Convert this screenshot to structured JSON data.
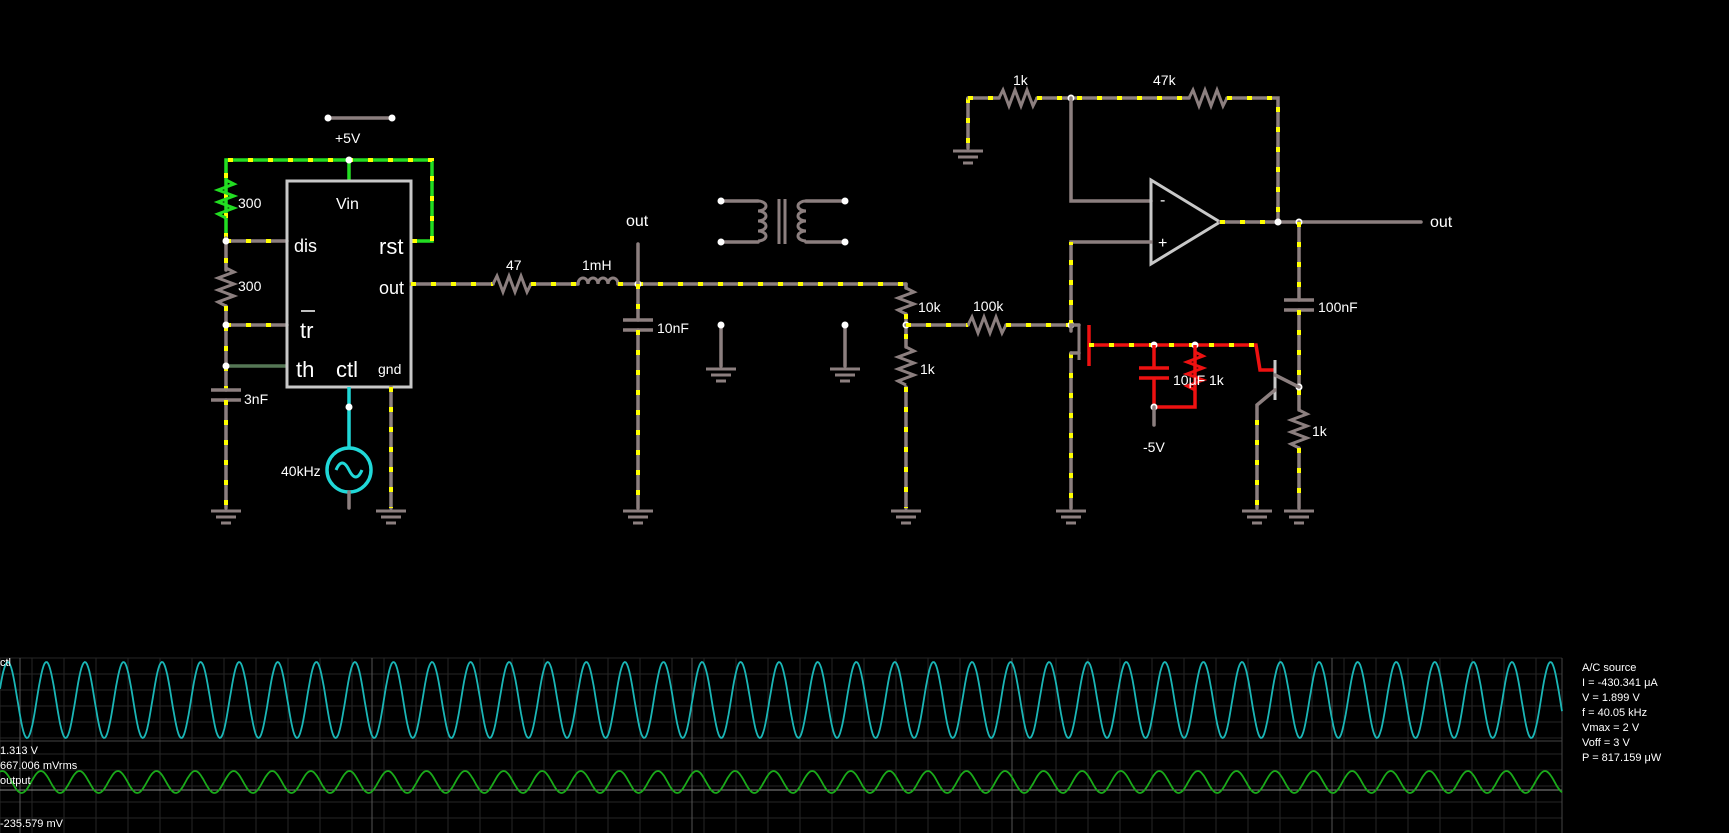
{
  "circuit": {
    "supply_label": "+5V",
    "timer": {
      "vin": "Vin",
      "dis": "dis",
      "rst": "rst",
      "out": "out",
      "tr": "tr",
      "th": "th",
      "ctl": "ctl",
      "gnd": "gnd"
    },
    "r_top": "300",
    "r_mid": "300",
    "cap_timing": "3nF",
    "ac_freq": "40kHz",
    "r_series": "47",
    "inductor": "1mH",
    "cap_filter": "10nF",
    "out_label_1": "out",
    "r_10k": "10k",
    "r_1k_div": "1k",
    "r_100k": "100k",
    "r_fb_1k": "1k",
    "r_fb_47k": "47k",
    "opamp_minus": "-",
    "opamp_plus": "+",
    "out_label_2": "out",
    "cap_out": "100nF",
    "cap_bias": "10μF",
    "r_bias": "1k",
    "neg_supply": "-5V",
    "r_emitter": "1k"
  },
  "scope": {
    "trace1_name": "ctl",
    "trace1_value": "1.313 V",
    "trace2_rms": "667.006 mVrms",
    "trace2_name": "output",
    "trace2_value": "-235.579 mV",
    "trace1_color": "#1ab6b6",
    "trace2_color": "#1aaa1a",
    "trace1_cycles": 40.5,
    "trace2_cycles": 40.5
  },
  "info": {
    "title": "A/C source",
    "current": "I = -430.341 μA",
    "voltage": "V = 1.899 V",
    "frequency": "f = 40.05 kHz",
    "vmax": "Vmax = 2 V",
    "voff": "Voff = 3 V",
    "power": "P = 817.159 μW"
  }
}
